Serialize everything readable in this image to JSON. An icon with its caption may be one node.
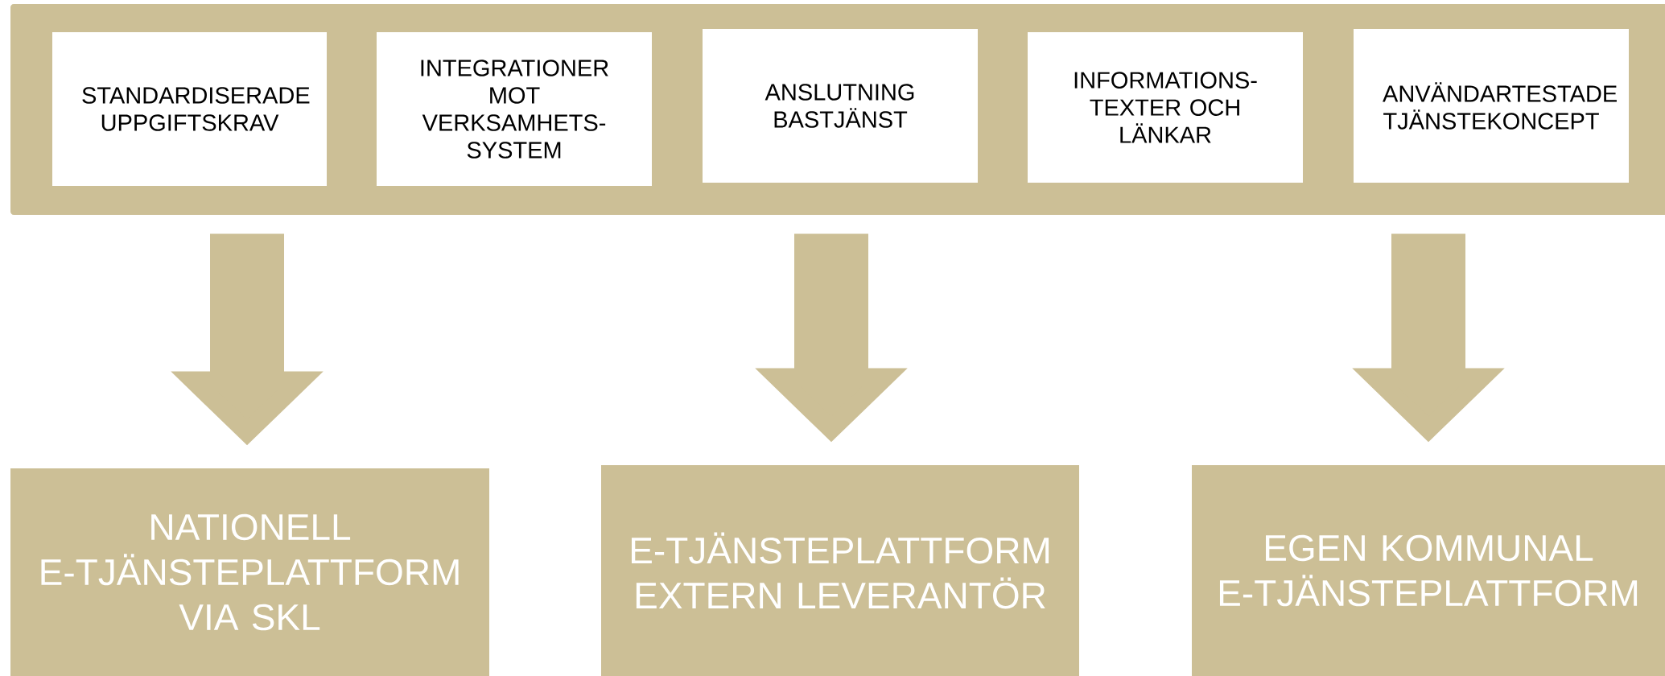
{
  "diagram": {
    "nodes": [
      {
        "text": [],
        "shape": "bar"
      },
      {
        "text": [
          "STANDARDISERADE UPPGIFTSKRAV"
        ],
        "in": 0
      },
      {
        "text": [
          "INTEGRATIONER MOT VERKSAMHETS-SYSTEM"
        ],
        "in": 0
      },
      {
        "text": [
          "ANSLUTNING BASTJÄNST"
        ],
        "in": 0
      },
      {
        "text": [
          "INFORMATIONS-TEXTER OCH LÄNKAR"
        ],
        "in": 0
      },
      {
        "text": [
          "ANVÄNDARTESTADE TJÄNSTEKONCEPT"
        ],
        "in": 0
      },
      {
        "text": [
          "NATIONELL E-TJÄNSTEPLATTFORM VIA SKL"
        ]
      },
      {
        "text": [
          "E-TJÄNSTEPLATTFORM EXTERN LEVERANTÖR"
        ]
      },
      {
        "text": [
          "EGEN KOMMUNAL E-TJÄNSTEPLATTFORM"
        ]
      }
    ],
    "edges": [
      {
        "from": 0,
        "to": 6,
        "arrow": "to"
      },
      {
        "from": 0,
        "to": 7,
        "arrow": "to"
      },
      {
        "from": 0,
        "to": 8,
        "arrow": "to"
      }
    ]
  }
}
